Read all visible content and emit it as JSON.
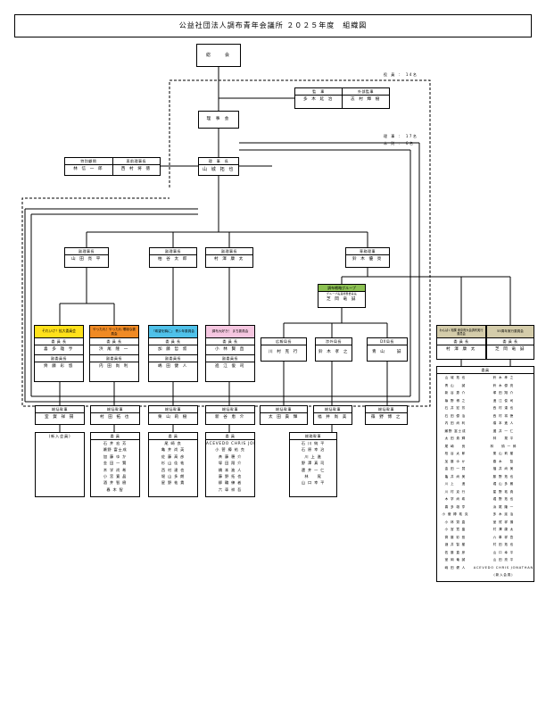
{
  "title": "公益社団法人調布青年会議所 ２０２５年度　組織図",
  "counts": {
    "officers": "役 員 ： 14名",
    "directors": "理 事 ： 17名",
    "members_outside": "本 則 ： 6名"
  },
  "general_meeting": "総　　会",
  "auditors": {
    "auditor_h": "監　事",
    "auditor_n": "多 木 延 治",
    "ext_h": "外部監事",
    "ext_n": "志 村 輝 樹"
  },
  "board": "理 事 会",
  "president": {
    "h": "理　事　長",
    "n": "山 城 拓 也"
  },
  "advisors": {
    "a_h": "特別顧問",
    "a_n": "林 信 一 郎",
    "b_h": "直前理事長",
    "b_n": "西 村 将 徳"
  },
  "vps": [
    {
      "h": "副理事長",
      "n": "山 田 亮 平"
    },
    {
      "h": "副理事長",
      "n": "柏 谷 太 郎"
    },
    {
      "h": "副理事長",
      "n": "村 澤 康 太"
    },
    {
      "h": "専務理事",
      "n": "鈴 木 優 亮"
    }
  ],
  "group": {
    "label": "調布戦略グループ",
    "sub": "グループ長兼総務委員長",
    "n": "芝 岡 竜 誠"
  },
  "committees": [
    {
      "name": "それいけ！拡大委員会",
      "chair_h": "委 員 長",
      "chair": "喜 多 雄 亨",
      "vice_h": "副委員長",
      "vice": "齊 藤 彩 悠",
      "sec_h": "総括幹事",
      "sec": "室 賀 祥 揚",
      "members_h": "",
      "members": [
        "(新入会員)"
      ]
    },
    {
      "name": "やったれ！やったれ 環境な委員会",
      "chair_h": "委 員 長",
      "chair": "浜 尾 隆 一",
      "vice_h": "副委員長",
      "vice": "内 田 尚 利",
      "sec_h": "総括幹事",
      "sec": "村 田 拓 也",
      "members_h": "委 員",
      "members": [
        "石 井 宏 芳",
        "瀬野 富士成",
        "加 藤 ゆ か",
        "金 田 一 賢",
        "木 学 尚 希",
        "小 宮 寛 晶",
        "酒 井 智 樹",
        "春 木 智"
      ]
    },
    {
      "name": "『希望を胸に』 青少年委員会",
      "chair_h": "委 員 長",
      "chair": "加 藤 哲 叔",
      "vice_h": "副委員長",
      "vice": "嶋 田 健 人",
      "sec_h": "総括幹事",
      "sec": "栗 山 莉 樹",
      "members_h": "委 員",
      "members": [
        "尾 崎 良",
        "亀 井 尚 英",
        "佐 藤 高 彦",
        "杉 山 佳 祐",
        "西 村 達 也",
        "堀 山 多 朗",
        "星 野 祐 貴"
      ]
    },
    {
      "name": "調布大好き！ まち委員会",
      "chair_h": "委 員 長",
      "chair": "小 林 賢 直",
      "vice_h": "副委員長",
      "vice": "進 江 俊 司",
      "sec_h": "総括幹事",
      "sec": "新 谷 恵 介",
      "members_h": "委 員",
      "members": [
        "ACEVEDO CHRIS JONATHAN",
        "小 菅 樽 祐 克",
        "斉 藤 穂 介",
        "塚 田 翔 介",
        "橋 本 進 人",
        "藤 野 拓 也",
        "柳 輪 練 者",
        "六 車 祥 吾"
      ]
    }
  ],
  "offices": [
    {
      "h": "広報局長",
      "n": "川 村 克 行",
      "sec_h": "総括幹事",
      "sec": "太 田 貴 輝"
    },
    {
      "h": "渉外局長",
      "n": "鈴 木 孝 之",
      "sec_h": "総括幹事",
      "sec": "福 井 尚 美"
    },
    {
      "h": "DX局長",
      "n": "青 山 　 誠",
      "sec_h": "総括幹事",
      "sec": "篠 野 博 之"
    }
  ],
  "office_members": {
    "h": "総務幹事",
    "members": [
      "石 川 純 平",
      "石 原 幸 治",
      "川 上 進",
      "野 澤 真 司",
      "還 井 一 仁",
      "林 　 晃",
      "山 口 幸 平"
    ]
  },
  "special": [
    {
      "name": "わんぱく相撲 東京府大会調布実行委員会",
      "h": "委 員 長",
      "n": "村 澤 康 太"
    },
    {
      "name": "55周年実行委員会",
      "h": "委 員 長",
      "n": "芝 岡 竜 誠"
    }
  ],
  "special_members": {
    "h": "委員",
    "left": [
      "山 城 拓 也",
      "青 山 　 誠",
      "新 谷 恵 介",
      "篠 野 博 之",
      "石 井 宏 芳",
      "石 田 優 治",
      "内 田 尚 利",
      "瀬野 富士成",
      "太 田 貴 輝",
      "尾 崎 　 良",
      "柏 谷 太 郎",
      "加 藤 ゆ か",
      "金 田 一 賢",
      "亀 井 尚 美",
      "川 上 　 進",
      "川 村 克 行",
      "木 学 尚 希",
      "喜 多 雄 亨",
      "小 菅 樽 祐 克",
      "小 林 賢 直",
      "小 宮 寛 晶",
      "齊 藤 彩 悠",
      "酒 井 智 樹",
      "佐 藤 直 彦",
      "室 岡 竜 誠",
      "嶋 田 健 人"
    ],
    "right": [
      "鈴 木 孝 之",
      "鈴 木 優 亮",
      "塚 田 翔 介",
      "進 江 俊 司",
      "西 村 達 也",
      "西 村 将 徳",
      "橋 本 進 人",
      "遷 井 一 仁",
      "林 　 晃 平",
      "林 　 慎 一 郎",
      "栗 山 莉 樹",
      "春 木 　 智",
      "福 井 尚 美",
      "藤 野 拓 也",
      "堀 山 多 朗",
      "星 野 祐 貴",
      "堀 野 拓 也",
      "浜 尾 隆 一",
      "多 木 延 治",
      "室 賀 祥 揚",
      "村 澤 康 太",
      "六 車 祥 吾",
      "村 田 拓 也",
      "山 口 幸 平",
      "山 田 亮 平",
      "ACEVEDO CHRIS JONATHAN",
      "(新入会員)"
    ]
  }
}
